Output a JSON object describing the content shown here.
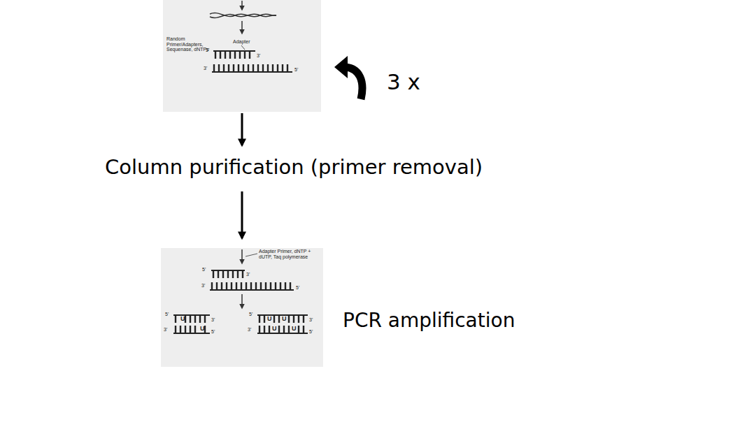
{
  "diagram": {
    "nodes": [
      {
        "text": [
          "Random Primer/Adapters, Sequenase, dNTPs",
          "Adapter",
          "5'",
          "3'",
          "3'",
          "5'"
        ]
      },
      {
        "text": [
          "Adapter Primer, dNTP + dUTP, Taq polymerase",
          "5'",
          "3'",
          "3'",
          "5'",
          "5'",
          "3'",
          "3'",
          "5'",
          "U",
          "U",
          "5'",
          "3'",
          "3'",
          "5'",
          "U",
          "U",
          "U",
          "U"
        ]
      }
    ],
    "labels": [
      "3 x",
      "Column purification (primer removal)",
      "PCR amplification"
    ]
  }
}
